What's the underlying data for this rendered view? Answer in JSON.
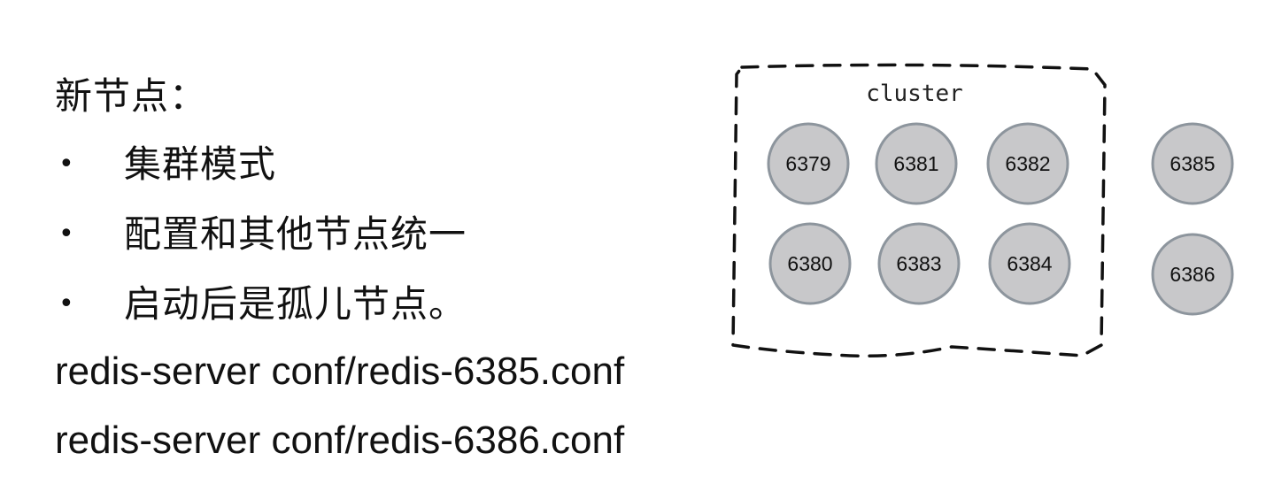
{
  "heading": "新节点：",
  "bullets": [
    {
      "marker": "•",
      "text": "集群模式"
    },
    {
      "marker": "•",
      "text": "配置和其他节点统一"
    },
    {
      "marker": "•",
      "text": "启动后是孤儿节点。"
    }
  ],
  "commands": [
    "redis-server conf/redis-6385.conf",
    "redis-server conf/redis-6386.conf"
  ],
  "diagram": {
    "cluster_label": "cluster",
    "cluster_nodes": [
      "6379",
      "6381",
      "6382",
      "6380",
      "6383",
      "6384"
    ],
    "orphan_nodes": [
      "6385",
      "6386"
    ],
    "colors": {
      "node_fill": "#c8c8ca",
      "node_stroke": "#8d959d",
      "boundary": "#111111"
    }
  }
}
